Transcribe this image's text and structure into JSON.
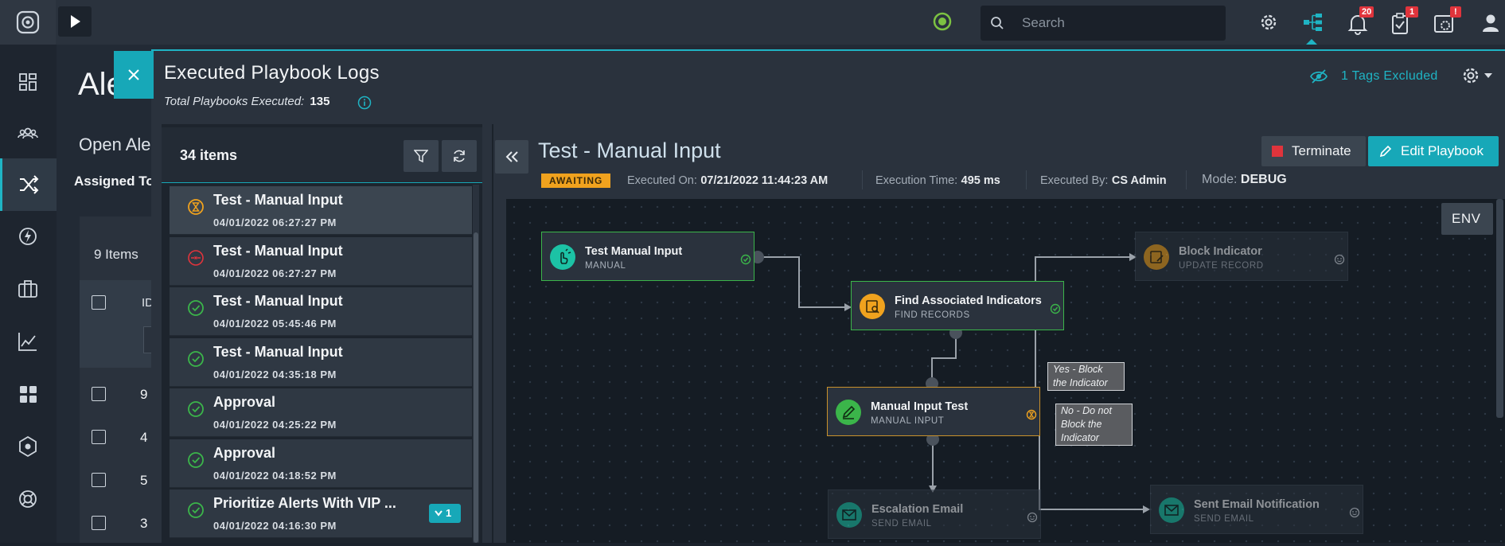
{
  "topbar": {
    "search_placeholder": "Search",
    "notifications_count": "20",
    "tasks_count": "1",
    "settings_badge": "!"
  },
  "background": {
    "page_title_partial": "Ale",
    "open_alerts_partial": "Open Ale",
    "assigned_partial": "Assigned To",
    "items_count_partial": "9 Items",
    "id_col_partial": "ID",
    "row_ids": [
      "9",
      "4",
      "5",
      "3"
    ]
  },
  "drawer": {
    "title": "Executed Playbook Logs",
    "total_label": "Total Playbooks Executed:",
    "total_value": "135",
    "tags_excluded": "1 Tags Excluded"
  },
  "list": {
    "count_label": "34 items",
    "items": [
      {
        "title": "Test - Manual Input",
        "date": "04/01/2022 06:27:27 PM",
        "status": "awaiting"
      },
      {
        "title": "Test - Manual Input",
        "date": "04/01/2022 06:27:27 PM",
        "status": "failed"
      },
      {
        "title": "Test - Manual Input",
        "date": "04/01/2022 05:45:46 PM",
        "status": "success"
      },
      {
        "title": "Test - Manual Input",
        "date": "04/01/2022 04:35:18 PM",
        "status": "success"
      },
      {
        "title": "Approval",
        "date": "04/01/2022 04:25:22 PM",
        "status": "success"
      },
      {
        "title": "Approval",
        "date": "04/01/2022 04:18:52 PM",
        "status": "success"
      },
      {
        "title": "Prioritize Alerts With VIP ...",
        "date": "04/01/2022 04:16:30 PM",
        "status": "success",
        "child_count": "1"
      }
    ]
  },
  "playbook": {
    "title": "Test - Manual Input",
    "status_badge": "AWAITING",
    "executed_on_label": "Executed On:",
    "executed_on_value": "07/21/2022 11:44:23 AM",
    "execution_time_label": "Execution Time:",
    "execution_time_value": "495 ms",
    "executed_by_label": "Executed By:",
    "executed_by_value": "CS Admin",
    "mode_label": "Mode:",
    "mode_value": "DEBUG",
    "terminate_label": "Terminate",
    "edit_label": "Edit Playbook",
    "env_label": "ENV"
  },
  "nodes": {
    "test_manual_input": {
      "title": "Test Manual Input",
      "sub": "MANUAL"
    },
    "find_indicators": {
      "title": "Find Associated Indicators",
      "sub": "FIND RECORDS"
    },
    "block_indicator": {
      "title": "Block Indicator",
      "sub": "UPDATE RECORD"
    },
    "manual_input_test": {
      "title": "Manual Input Test",
      "sub": "MANUAL INPUT"
    },
    "escalation_email": {
      "title": "Escalation Email",
      "sub": "SEND EMAIL"
    },
    "sent_email": {
      "title": "Sent Email Notification",
      "sub": "SEND EMAIL"
    }
  },
  "edge_labels": {
    "yes": [
      "Yes - Block",
      "the Indicator"
    ],
    "no": [
      "No - Do not",
      "Block the",
      "Indicator"
    ]
  },
  "colors": {
    "accent": "#1fb4c4",
    "success": "#3bb54a",
    "awaiting": "#f0a21e",
    "failed": "#e0343c"
  }
}
